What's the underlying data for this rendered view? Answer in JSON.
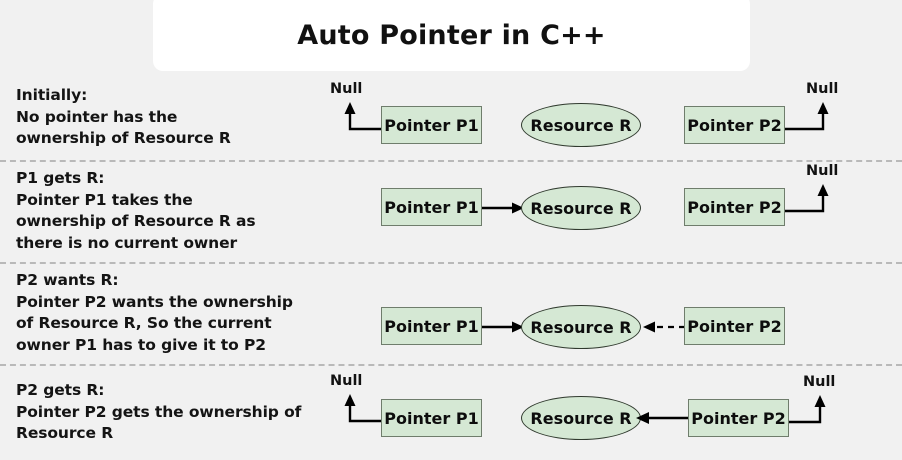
{
  "title": "Auto Pointer in C++",
  "diagram": {
    "type": "state-sequence",
    "node_labels": {
      "p1": "Pointer P1",
      "p2": "Pointer P2",
      "resource": "Resource R",
      "null": "Null"
    },
    "colors": {
      "page_background": "#f1f1f1",
      "card_background": "#ffffff",
      "node_fill": "#d5e8d4",
      "box_stroke": "#6f7d6c",
      "ellipse_stroke": "#303a2e",
      "edge": "#000000",
      "separator": "#b9b9b9",
      "text": "#141414"
    },
    "steps": [
      {
        "id": "initially",
        "heading": "Initially:",
        "body": "No pointer has the\nownership of Resource R",
        "p1_label": "Pointer P1",
        "p2_label": "Pointer P2",
        "resource_label": "Resource R",
        "p1_null_label": "Null",
        "p2_null_label": "Null",
        "p1_target": "null",
        "p2_target": "null",
        "p1_edge_style": "solid",
        "p2_edge_style": "solid"
      },
      {
        "id": "p1-gets-r",
        "heading": "P1 gets R:",
        "body": "Pointer P1 takes the\nownership of Resource R as\nthere is no current owner",
        "p1_label": "Pointer P1",
        "p2_label": "Pointer P2",
        "resource_label": "Resource R",
        "p2_null_label": "Null",
        "p1_target": "resource",
        "p2_target": "null",
        "p1_edge_style": "solid",
        "p2_edge_style": "solid"
      },
      {
        "id": "p2-wants-r",
        "heading": "P2 wants R:",
        "body": "Pointer P2 wants the ownership\nof Resource R, So the current\nowner P1 has to give it to P2",
        "p1_label": "Pointer P1",
        "p2_label": "Pointer P2",
        "resource_label": "Resource R",
        "p1_target": "resource",
        "p2_target": "resource",
        "p1_edge_style": "solid",
        "p2_edge_style": "dashed"
      },
      {
        "id": "p2-gets-r",
        "heading": "P2 gets R:",
        "body": "Pointer P2 gets the ownership of\nResource R",
        "p1_label": "Pointer P1",
        "p2_label": "Pointer P2",
        "resource_label": "Resource R",
        "p1_null_label": "Null",
        "p2_null_label": "Null",
        "p1_target": "null",
        "p2_target": "resource",
        "p1_edge_style": "solid",
        "p2_edge_style": "solid"
      }
    ]
  }
}
